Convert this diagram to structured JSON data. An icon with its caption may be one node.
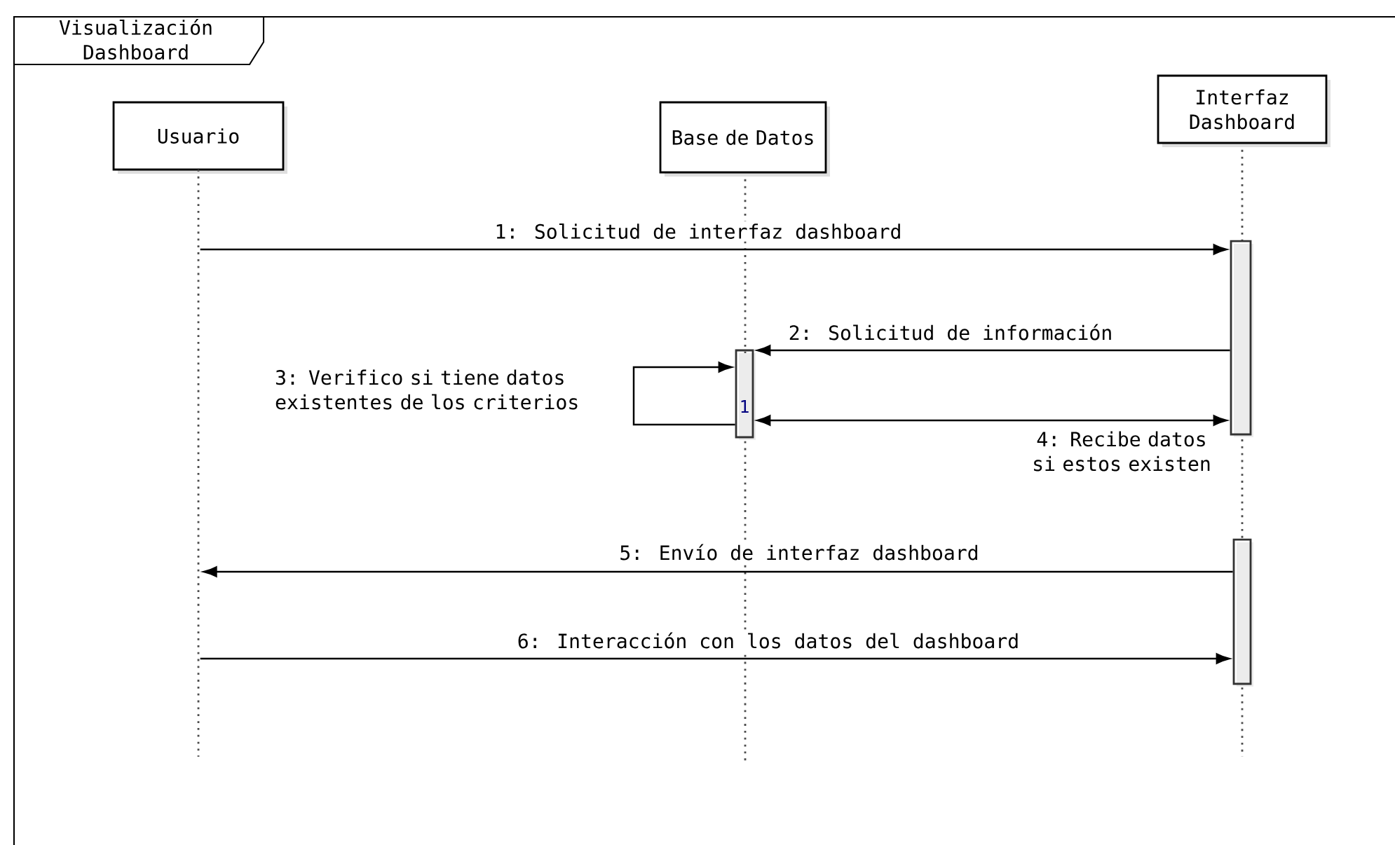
{
  "diagram": {
    "title": "Visualización Dashboard",
    "nodes": [
      {
        "text": [
          "Usuario"
        ]
      },
      {
        "text": [
          "Base de Datos"
        ]
      },
      {
        "text": [
          "Interfaz Dashboard"
        ]
      },
      {
        "text": [],
        "shape": "line"
      },
      {
        "text": [],
        "shape": "bar"
      },
      {
        "text": [],
        "shape": "bar"
      },
      {
        "text": [],
        "shape": "bar"
      }
    ],
    "edges": [
      {
        "from": 3,
        "to": 4,
        "arrow": "to",
        "label": "1: Solicitud de interfaz dashboard"
      },
      {
        "from": 4,
        "to": 5,
        "arrow": "to",
        "label": "2: Solicitud de información"
      },
      {
        "from": 5,
        "to": 5,
        "arrow": "to",
        "label": "3: Verifico si tiene datos existentes de los criterios"
      },
      {
        "from": 5,
        "to": 4,
        "arrow": "both",
        "label": "4: Recibe datos si estos existen"
      },
      {
        "from": 6,
        "to": 3,
        "arrow": "to",
        "label": "5: Envío de interfaz dashboard"
      },
      {
        "from": 3,
        "to": 6,
        "arrow": "to",
        "label": "6: Interacción con los datos del dashboard"
      }
    ],
    "labels": [
      "1"
    ]
  }
}
